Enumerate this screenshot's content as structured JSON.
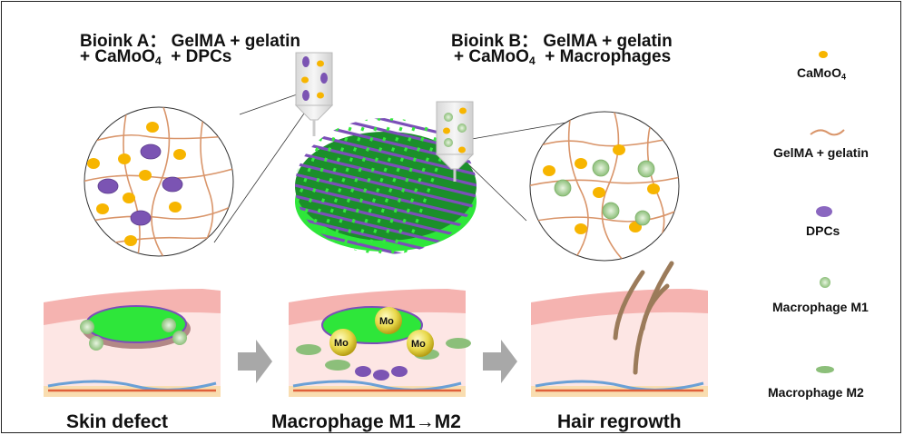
{
  "bioink_a": {
    "line1": "Bioink A：  GelMA + gelatin",
    "line2_pre": "+ CaMoO",
    "line2_sub": "4",
    "line2_post": "  + DPCs"
  },
  "bioink_b": {
    "line1": "Bioink B：  GelMA + gelatin",
    "line2_pre": "+ CaMoO",
    "line2_sub": "4",
    "line2_post": "  + Macrophages"
  },
  "legend": [
    {
      "label": "CaMoO",
      "sub": "4",
      "icon": "yellow-dot-icon"
    },
    {
      "label": "GelMA + gelatin",
      "icon": "fiber-icon"
    },
    {
      "label": "DPCs",
      "icon": "dpc-cell-icon"
    },
    {
      "label": "Macrophage M1",
      "icon": "macrophage-m1-icon"
    },
    {
      "label": "Macrophage M2",
      "icon": "macrophage-m2-icon"
    }
  ],
  "stages": [
    {
      "caption": "Skin defect"
    },
    {
      "caption": "Macrophage M1→M2"
    },
    {
      "caption": "Hair regrowth"
    }
  ],
  "mo_label": "Mo",
  "colors": {
    "yellow": "#f7b500",
    "fiber": "#d9956a",
    "purple": "#7b54b3",
    "green": "#2ee63a",
    "skin": "#f7c9c6",
    "vessel_blue": "#6aa0d6",
    "vessel_red": "#e0603a",
    "arrow": "#a8a8a8"
  }
}
